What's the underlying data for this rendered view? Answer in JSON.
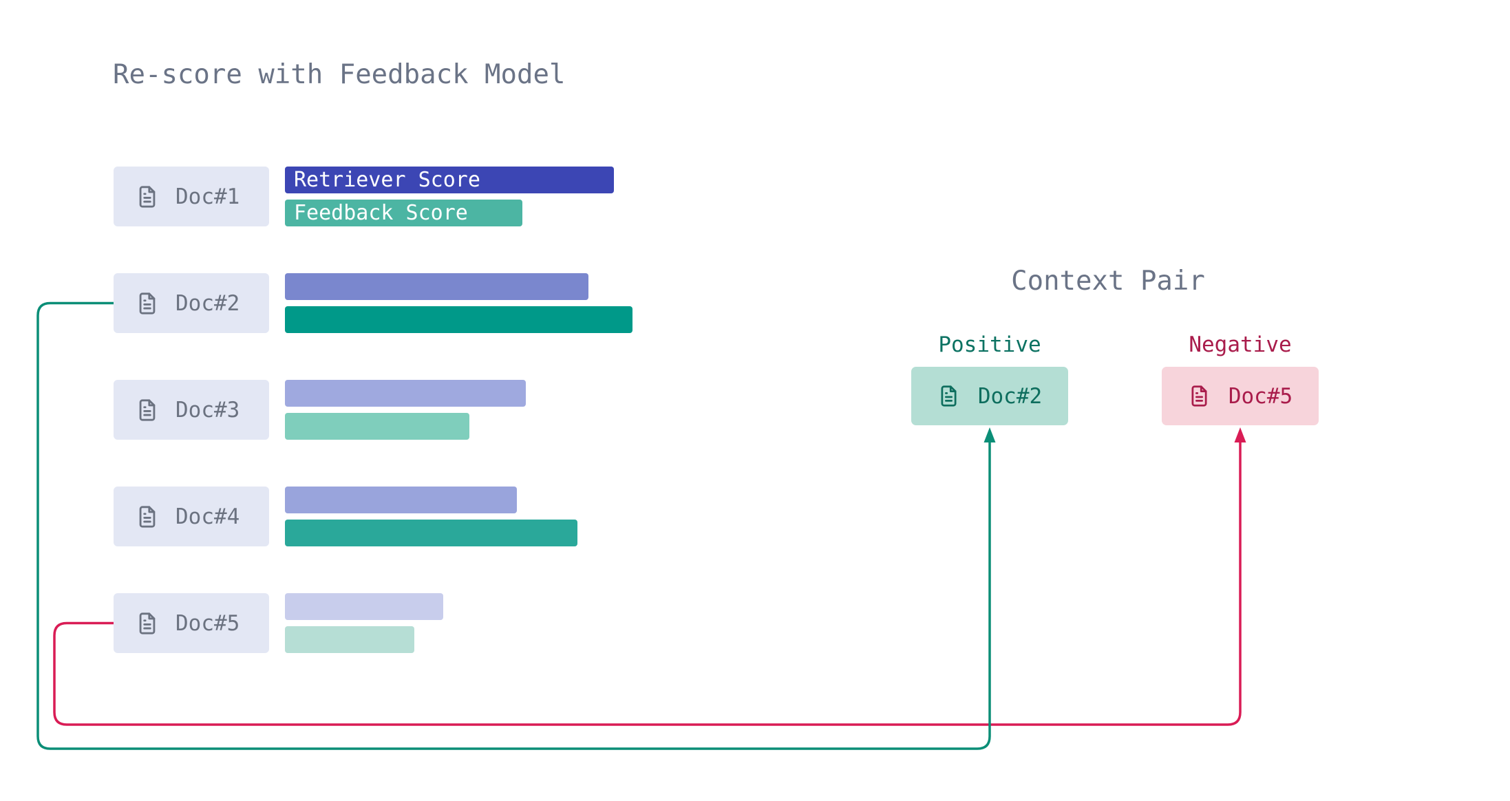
{
  "title": "Re-score with Feedback Model",
  "legend": {
    "retriever_label": "Retriever Score",
    "feedback_label": "Feedback Score"
  },
  "docs": [
    {
      "label": "Doc#1",
      "retriever_width": 478,
      "feedback_width": 345,
      "retriever_color": "#3c46b4",
      "feedback_color": "#4cb5a3"
    },
    {
      "label": "Doc#2",
      "retriever_width": 441,
      "feedback_width": 505,
      "retriever_color": "#7a87ce",
      "feedback_color": "#009989"
    },
    {
      "label": "Doc#3",
      "retriever_width": 350,
      "feedback_width": 268,
      "retriever_color": "#9fa9df",
      "feedback_color": "#7fcebc"
    },
    {
      "label": "Doc#4",
      "retriever_width": 337,
      "feedback_width": 425,
      "retriever_color": "#99a4dc",
      "feedback_color": "#2aa89a"
    },
    {
      "label": "Doc#5",
      "retriever_width": 230,
      "feedback_width": 188,
      "retriever_color": "#c8cdec",
      "feedback_color": "#b6ded5"
    }
  ],
  "context_pair": {
    "title": "Context Pair",
    "positive": {
      "label": "Positive",
      "doc_label": "Doc#2"
    },
    "negative": {
      "label": "Negative",
      "doc_label": "Doc#5"
    }
  },
  "colors": {
    "title_text": "#6a7386",
    "doc_box_bg": "#e3e7f4",
    "doc_text": "#6b7280",
    "bar_label_text": "#ffffff",
    "positive_line": "#0b8e77",
    "negative_line": "#d91c55",
    "positive_label_text": "#0c7262",
    "positive_box_bg": "#b4ded4",
    "positive_box_text": "#0e6e5e",
    "negative_label_text": "#a91c4b",
    "negative_box_bg": "#f7d4db",
    "negative_box_text": "#a91c4b"
  },
  "chart_data": {
    "type": "bar",
    "orientation": "horizontal",
    "categories": [
      "Doc#1",
      "Doc#2",
      "Doc#3",
      "Doc#4",
      "Doc#5"
    ],
    "series": [
      {
        "name": "Retriever Score",
        "values": [
          0.95,
          0.87,
          0.69,
          0.67,
          0.46
        ]
      },
      {
        "name": "Feedback Score",
        "values": [
          0.68,
          1.0,
          0.53,
          0.84,
          0.37
        ]
      }
    ],
    "title": "Re-score with Feedback Model",
    "xlabel": "",
    "ylabel": "",
    "xlim": [
      0,
      1
    ],
    "grid": false,
    "legend_position": "on-first-bars",
    "annotation": "Doc#2 (highest feedback score) and Doc#5 (lowest feedback score) are routed to the Context Pair as Positive and Negative examples"
  }
}
